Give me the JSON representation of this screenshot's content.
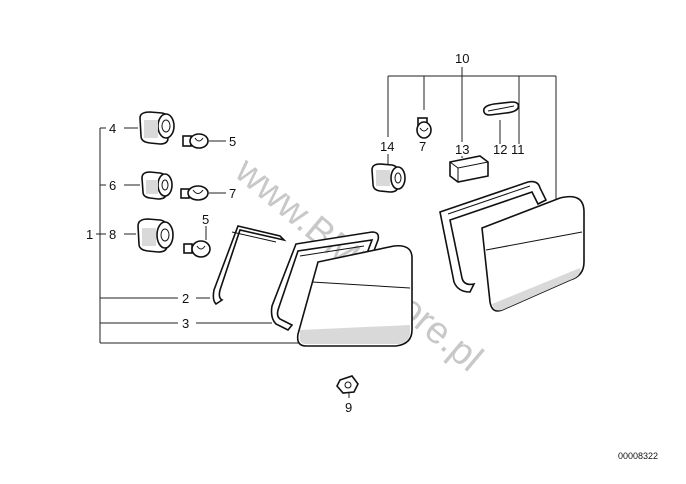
{
  "watermark": "www.BMWstore.pl",
  "diagram_code": "00008322",
  "callouts": {
    "c1": "1",
    "c2": "2",
    "c3": "3",
    "c4": "4",
    "c5a": "5",
    "c5b": "5",
    "c6": "6",
    "c7a": "7",
    "c7b": "7",
    "c8": "8",
    "c9": "9",
    "c10": "10",
    "c11": "11",
    "c12": "12",
    "c13": "13",
    "c14": "14"
  }
}
